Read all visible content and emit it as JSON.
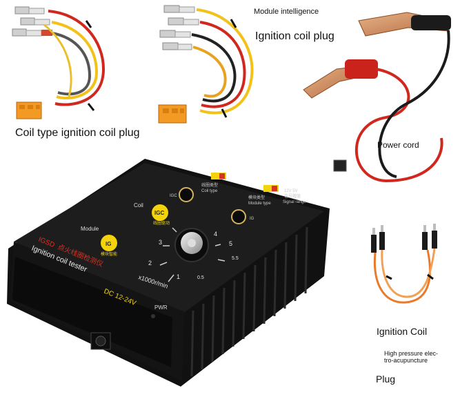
{
  "labels": {
    "module_intelligence": "Module intelligence",
    "ignition_coil_plug": "Ignition coil plug",
    "coil_type_plug": "Coil type ignition coil plug",
    "power_cord": "Power cord",
    "ignition_coil": "Ignition Coil",
    "high_pressure_line1": "High pressure elec-",
    "high_pressure_line2": "tro-acupuncture",
    "plug": "Plug"
  },
  "device": {
    "brand": "IGSD",
    "title_cn": "点火线圈检测仪",
    "title_en": "Ignition coil tester",
    "voltage": "DC 12-24V",
    "pwr": "PWR",
    "coil_label": "Coil",
    "coil_badge": "IGC",
    "coil_cn": "线圈驱动",
    "module_label": "Module",
    "module_badge": "IG",
    "module_cn": "模块智能",
    "coil_type_cn": "线圈类型",
    "coil_type_en": "Coil type",
    "module_type_cn": "模块类型",
    "module_type_en": "Module type",
    "signal_cn": "信号幅值",
    "signal_en": "Signal range",
    "volt_hint": "12V 5V",
    "dial_unit": "x1000r/min",
    "dial_ticks": [
      "0.5",
      "1",
      "2",
      "3",
      "4",
      "5",
      "5.5"
    ],
    "igc_jack": "IGC",
    "ig_jack": "IG"
  },
  "colors": {
    "device_body": "#1b1b1b",
    "badge_yellow": "#f3d40c",
    "brand_red": "#d63324",
    "wire_red": "#d0281f",
    "wire_yellow": "#f2c21a",
    "wire_orange": "#e97a2c",
    "connector_orange": "#f29a24"
  }
}
